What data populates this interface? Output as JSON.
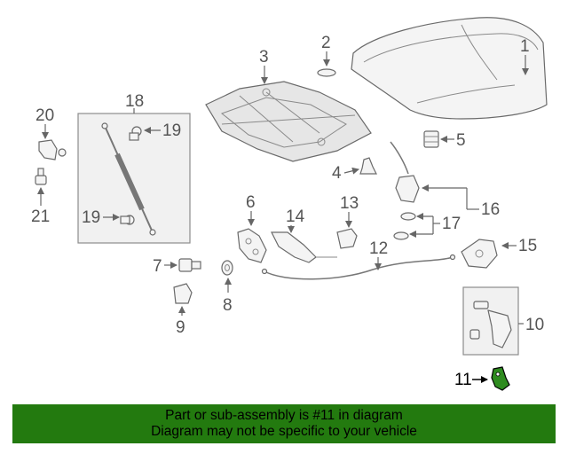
{
  "callouts": {
    "c1": "1",
    "c2": "2",
    "c3": "3",
    "c4": "4",
    "c5": "5",
    "c6": "6",
    "c7": "7",
    "c8": "8",
    "c9": "9",
    "c10": "10",
    "c11": "11",
    "c12": "12",
    "c13": "13",
    "c14": "14",
    "c15": "15",
    "c16": "16",
    "c17": "17",
    "c18": "18",
    "c19a": "19",
    "c19b": "19",
    "c20": "20",
    "c21": "21"
  },
  "highlight": {
    "part_number": "11",
    "color": "#2e8b1f"
  },
  "banner": {
    "line1": "Part or sub-assembly is #11 in diagram",
    "line2": "Diagram may not be specific to your vehicle",
    "background": "#237a0f"
  }
}
